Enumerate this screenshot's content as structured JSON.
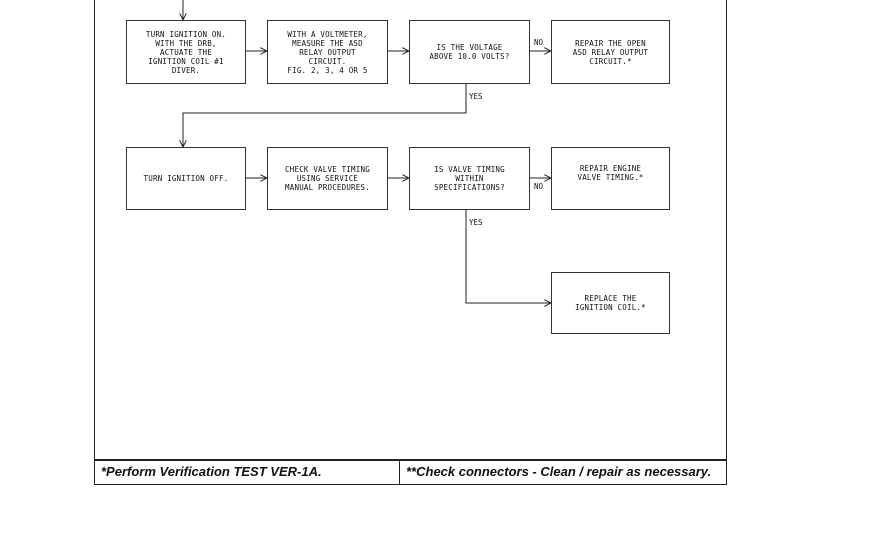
{
  "boxes": {
    "turn_ignition_on": "TURN IGNITION ON.\nWITH THE DRB,\nACTUATE THE\nIGNITION COIL #1\nDIVER.",
    "measure_asd": "WITH A VOLTMETER,\nMEASURE THE ASD\nRELAY OUTPUT\nCIRCUIT.\nFIG. 2, 3, 4 OR 5",
    "voltage_question": "IS THE VOLTAGE\nABOVE 10.0 VOLTS?",
    "repair_asd": "REPAIR THE OPEN\nASD RELAY OUTPUT\nCIRCUIT.*",
    "turn_ignition_off": "TURN IGNITION OFF.",
    "check_valve_timing": "CHECK VALVE TIMING\nUSING SERVICE\nMANUAL PROCEDURES.",
    "valve_question": "IS VALVE TIMING\nWITHIN\nSPECIFICATIONS?",
    "repair_engine": "REPAIR ENGINE\nVALVE TIMING.*",
    "replace_coil": "REPLACE THE\nIGNITION COIL.*"
  },
  "labels": {
    "no_1": "NO",
    "yes_1": "YES",
    "no_2": "NO",
    "yes_2": "YES"
  },
  "footer": {
    "left_note": "*Perform Verification TEST VER-1A.",
    "right_note": "**Check connectors - Clean / repair as necessary."
  }
}
